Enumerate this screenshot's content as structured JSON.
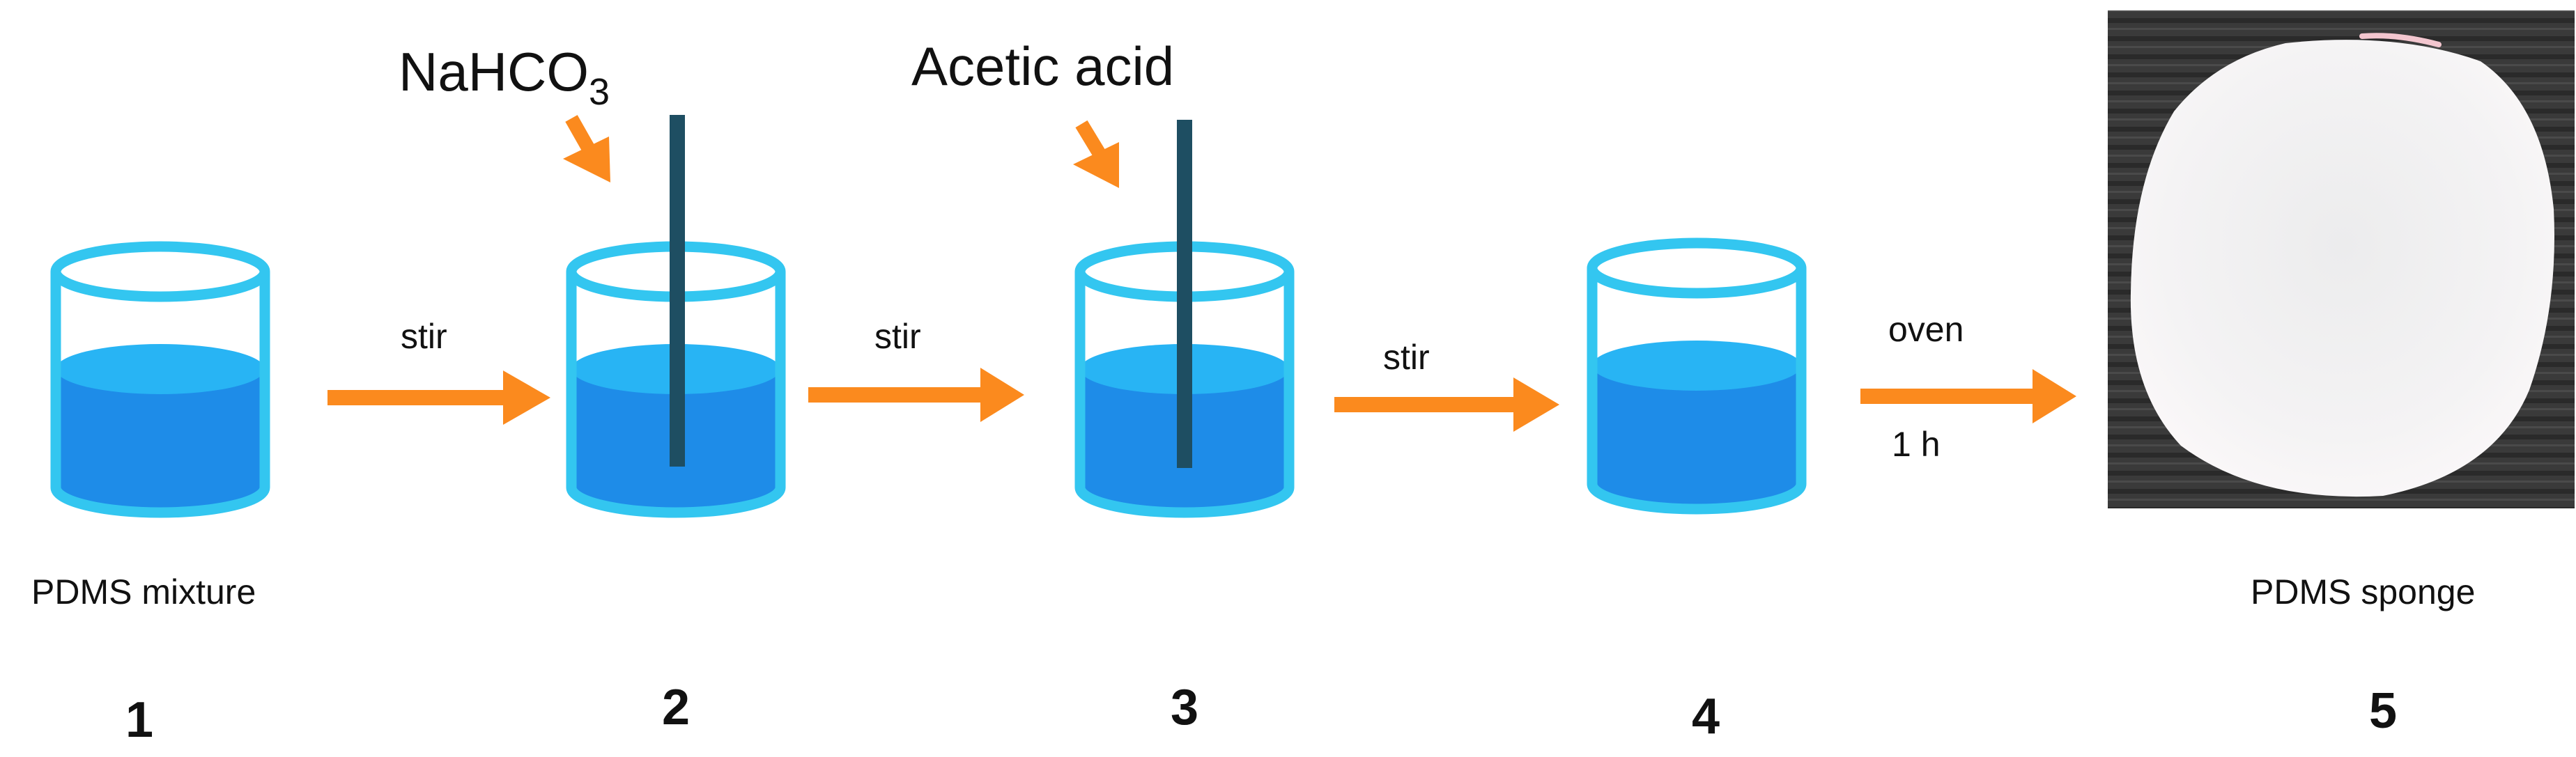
{
  "reagents": {
    "nahco3_main": "NaHCO",
    "nahco3_sub": "3",
    "acid": "Acetic acid"
  },
  "arrows": {
    "a1": "stir",
    "a2": "stir",
    "a3": "stir",
    "a4_top": "oven",
    "a4_bottom": "1 h"
  },
  "captions": {
    "start": "PDMS mixture",
    "end": "PDMS sponge"
  },
  "steps": [
    "1",
    "2",
    "3",
    "4",
    "5"
  ],
  "colors": {
    "beaker_outline": "#33c6f0",
    "liquid": "#1e8ce8",
    "liquid_top": "#28b4f4",
    "arrow": "#fb8a1e",
    "stir_rod": "#1e4e62"
  }
}
